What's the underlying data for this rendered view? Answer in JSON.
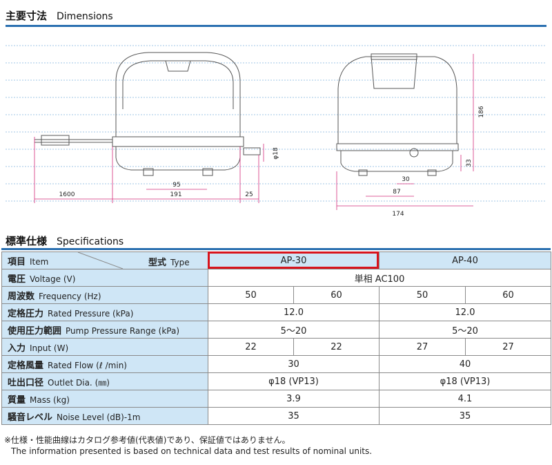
{
  "dimensions": {
    "title_jp": "主要寸法",
    "title_en": "Dimensions",
    "labels": [
      "1600",
      "191",
      "95",
      "25",
      "φ18",
      "186",
      "33",
      "30",
      "87",
      "174"
    ]
  },
  "specifications": {
    "title_jp": "標準仕様",
    "title_en": "Specifications",
    "header": {
      "item_jp": "項目",
      "item_en": "Item",
      "type_jp": "型式",
      "type_en": "Type",
      "models": [
        "AP-30",
        "AP-40"
      ]
    },
    "rows": [
      {
        "jp": "電圧",
        "en": "Voltage (V)",
        "cells": [
          "単相 AC100"
        ]
      },
      {
        "jp": "周波数",
        "en": "Frequency (Hz)",
        "cells": [
          "50",
          "60",
          "50",
          "60"
        ]
      },
      {
        "jp": "定格圧力",
        "en": "Rated Pressure (kPa)",
        "cells": [
          "12.0",
          "12.0"
        ]
      },
      {
        "jp": "使用圧力範囲",
        "en": "Pump Pressure Range (kPa)",
        "cells": [
          "5～20",
          "5～20"
        ]
      },
      {
        "jp": "入力",
        "en": "Input (W)",
        "cells": [
          "22",
          "22",
          "27",
          "27"
        ]
      },
      {
        "jp": "定格風量",
        "en": "Rated Flow (ℓ /min)",
        "cells": [
          "30",
          "40"
        ]
      },
      {
        "jp": "吐出口径",
        "en": "Outlet Dia. (㎜)",
        "cells": [
          "φ18 (VP13)",
          "φ18 (VP13)"
        ]
      },
      {
        "jp": "質量",
        "en": "Mass (kg)",
        "cells": [
          "3.9",
          "4.1"
        ]
      },
      {
        "jp": "騒音レベル",
        "en": "Noise Level (dB)-1m",
        "cells": [
          "35",
          "35"
        ]
      }
    ]
  },
  "notes": {
    "jp": "※仕様・性能曲線はカタログ参考値(代表値)であり、保証値ではありません。",
    "en": "The information presented is based on technical data and test results of nominal units."
  },
  "colors": {
    "accent": "#2a6fb0",
    "header_bg": "#cfe6f6",
    "highlight": "#d8141c",
    "dimension": "#d32c7a"
  }
}
